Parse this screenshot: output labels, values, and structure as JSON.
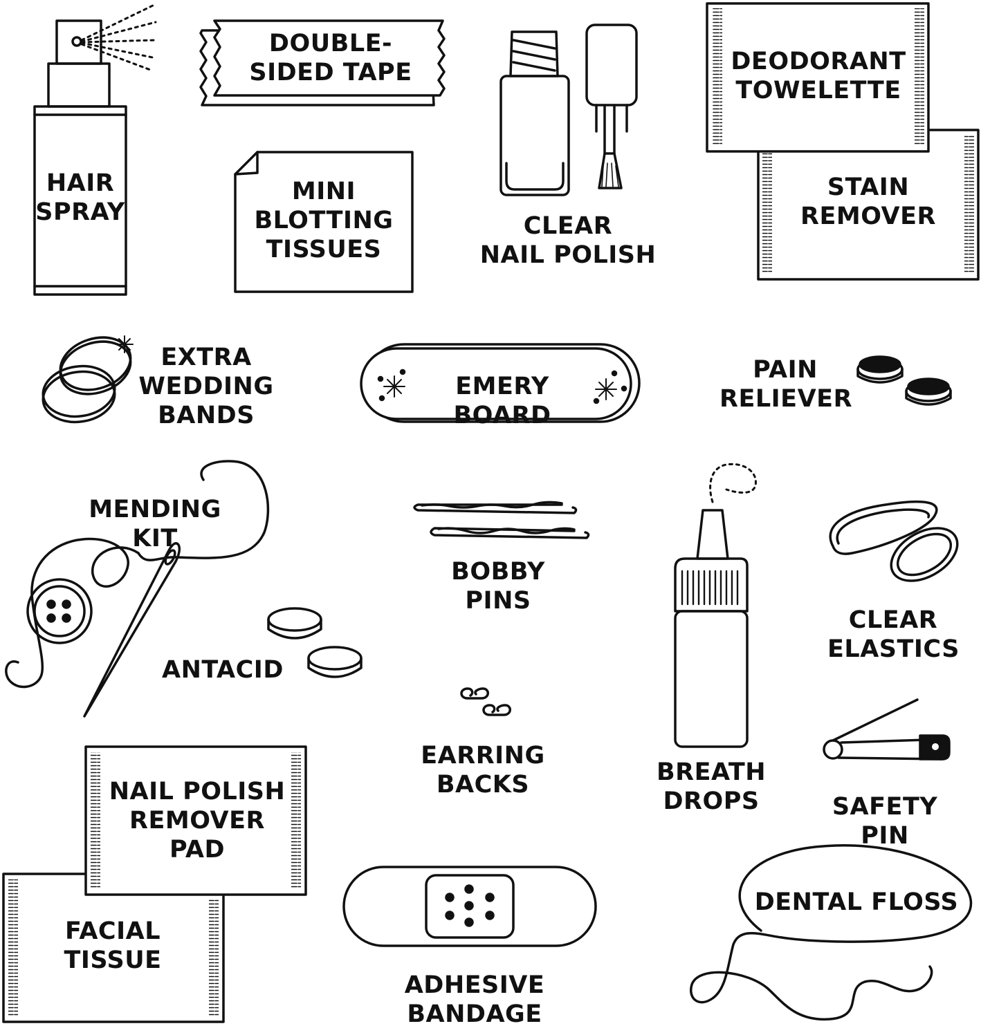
{
  "colors": {
    "ink": "#111111",
    "paper": "#ffffff"
  },
  "items": {
    "hair_spray": "HAIR\nSPRAY",
    "double_sided_tape": "DOUBLE-\nSIDED TAPE",
    "clear_nail_polish": "CLEAR\nNAIL POLISH",
    "deodorant_towelette": "DEODORANT\nTOWELETTE",
    "stain_remover": "STAIN\nREMOVER",
    "mini_blotting_tissues": "MINI\nBLOTTING\nTISSUES",
    "extra_wedding_bands": "EXTRA\nWEDDING\nBANDS",
    "emery_board": "EMERY BOARD",
    "pain_reliever": "PAIN\nRELIEVER",
    "mending_kit": "MENDING KIT",
    "bobby_pins": "BOBBY\nPINS",
    "clear_elastics": "CLEAR\nELASTICS",
    "antacid": "ANTACID",
    "earring_backs": "EARRING\nBACKS",
    "breath_drops": "BREATH\nDROPS",
    "safety_pin": "SAFETY PIN",
    "nail_polish_remover_pad": "NAIL POLISH\nREMOVER\nPAD",
    "facial_tissue": "FACIAL\nTISSUE",
    "adhesive_bandage": "ADHESIVE BANDAGE",
    "dental_floss": "DENTAL FLOSS"
  }
}
